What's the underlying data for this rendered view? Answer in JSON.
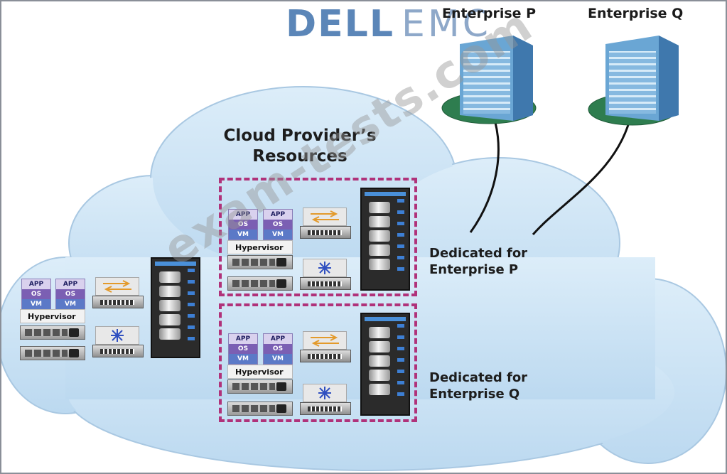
{
  "logo": {
    "brand": "DELL",
    "product": "EMC"
  },
  "enterprises": [
    {
      "label": "Enterprise P"
    },
    {
      "label": "Enterprise Q"
    }
  ],
  "cloud": {
    "title_line1": "Cloud Provider’s",
    "title_line2": "Resources"
  },
  "vm": {
    "app": "APP",
    "os": "OS",
    "vm": "VM"
  },
  "hypervisor_label": "Hypervisor",
  "dedicated": [
    {
      "line1": "Dedicated for",
      "line2": "Enterprise P"
    },
    {
      "line1": "Dedicated for",
      "line2": "Enterprise Q"
    }
  ],
  "watermark": "exam-tests.com",
  "colors": {
    "cloud_fill": "#c9e2f5",
    "cloud_stroke": "#aecde6",
    "dash": "#b0327a",
    "building_base": "#2e8b57"
  }
}
